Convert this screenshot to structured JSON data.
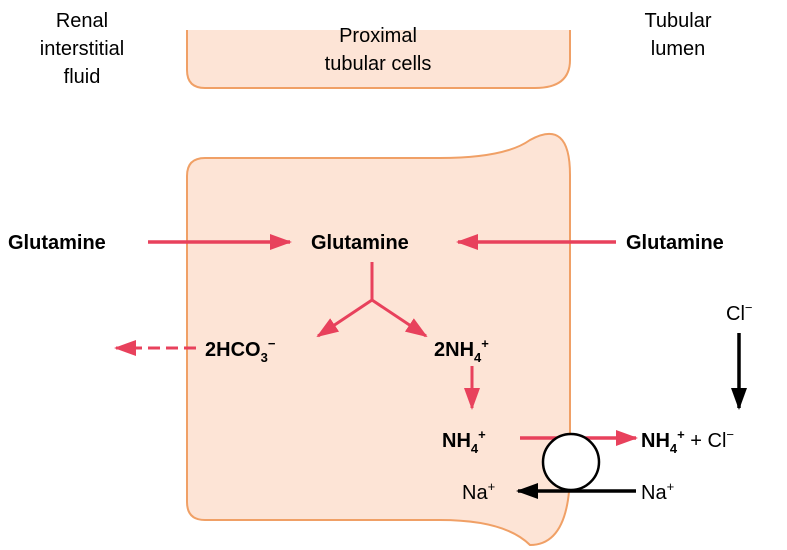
{
  "regions": {
    "interstitial": [
      "Renal",
      "interstitial",
      "fluid"
    ],
    "cells": [
      "Proximal",
      "tubular cells"
    ],
    "lumen": [
      "Tubular",
      "lumen"
    ]
  },
  "labels": {
    "glutamine_left": "Glutamine",
    "glutamine_center": "Glutamine",
    "glutamine_right": "Glutamine",
    "bicarbonate": {
      "base": "2HCO",
      "sub": "3",
      "sup": "−"
    },
    "ammonium_2": {
      "base": "2NH",
      "sub": "4",
      "sup": "+"
    },
    "ammonium_cell": {
      "base": "NH",
      "sub": "4",
      "sup": "+"
    },
    "ammonium_lumen": {
      "base": "NH",
      "sub": "4",
      "sup": "+",
      "suffix": " + Cl",
      "suffix_sup": "−"
    },
    "chloride": {
      "base": "Cl",
      "sup": "−"
    },
    "sodium_cell": {
      "base": "Na",
      "sup": "+"
    },
    "sodium_lumen": {
      "base": "Na",
      "sup": "+"
    }
  },
  "colors": {
    "cell_fill": "#fde4d6",
    "cell_stroke": "#f0a066",
    "arrow_red": "#e8415c",
    "arrow_black": "#000000"
  }
}
